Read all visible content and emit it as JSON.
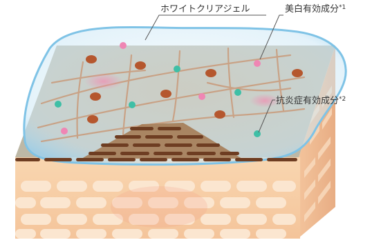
{
  "labels": {
    "gel": "ホワイトクリアジェル",
    "whitening": "美白有効成分",
    "whitening_note": "*1",
    "anti_inflammatory": "抗炎症有効成分",
    "anti_inflammatory_note": "*2"
  },
  "colors": {
    "skin_front": "#f7cfa4",
    "skin_side": "#efb991",
    "skin_cells": "#fbe6d0",
    "top_surface": "#b9b39f",
    "gel_fill": "#cfe8f5",
    "gel_edge": "#7fc3e6",
    "texture_lines": "#c99a7a",
    "melanin_dots": "#b5572e",
    "whitening_dots": "#ef86b4",
    "anti_inflammatory_dots": "#3fbfa6",
    "melanin_layer": "#6e3d22",
    "leader_line": "#555555"
  }
}
